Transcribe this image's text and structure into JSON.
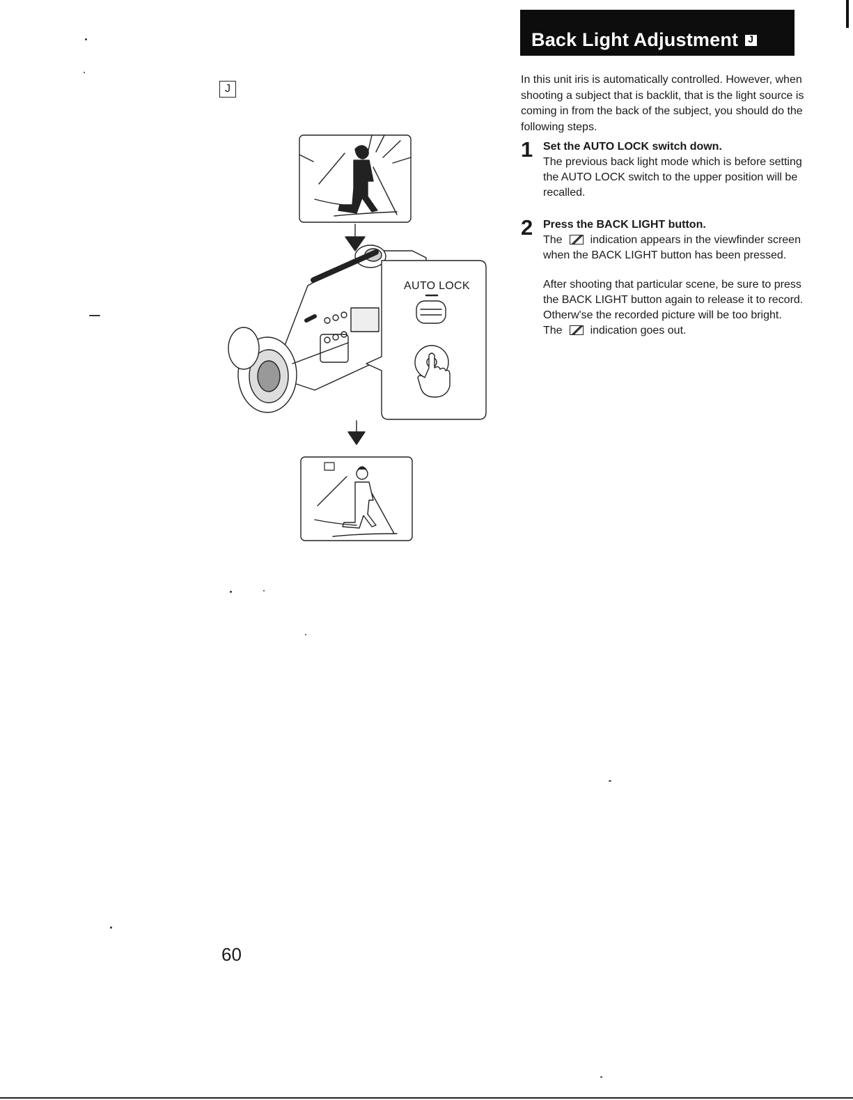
{
  "header": {
    "title": "Back Light Adjustment",
    "badge_icon": "j-badge-icon"
  },
  "sidebar_marker": "J",
  "intro": "In this unit iris is automatically controlled. However, when shooting a subject that is backlit, that is the light source is coming in from the back of the subject, you should do the following steps.",
  "steps": [
    {
      "number": "1",
      "heading": "Set the AUTO LOCK switch down.",
      "text": "The previous back light mode which is before setting the AUTO LOCK switch to the upper position will be recalled."
    },
    {
      "number": "2",
      "heading": "Press the BACK LIGHT button.",
      "text_before_icon": "The",
      "text_after_icon": "indication appears in the viewfinder screen when the BACK LIGHT button has been pressed.",
      "note": "After shooting that particular scene, be sure to press the BACK LIGHT button again to release it to record. Otherw'se the recorded picture will be too bright.",
      "note2_before_icon": "The",
      "note2_after_icon": "indication goes out."
    }
  ],
  "illustration": {
    "callout_label": "AUTO LOCK",
    "icons": [
      "skier-backlit-icon",
      "camcorder-icon",
      "auto-lock-switch-icon",
      "back-light-button-icon",
      "pressing-hand-icon",
      "skier-corrected-icon",
      "back-light-indicator-icon",
      "down-arrow-icon"
    ]
  },
  "page_number": "60"
}
